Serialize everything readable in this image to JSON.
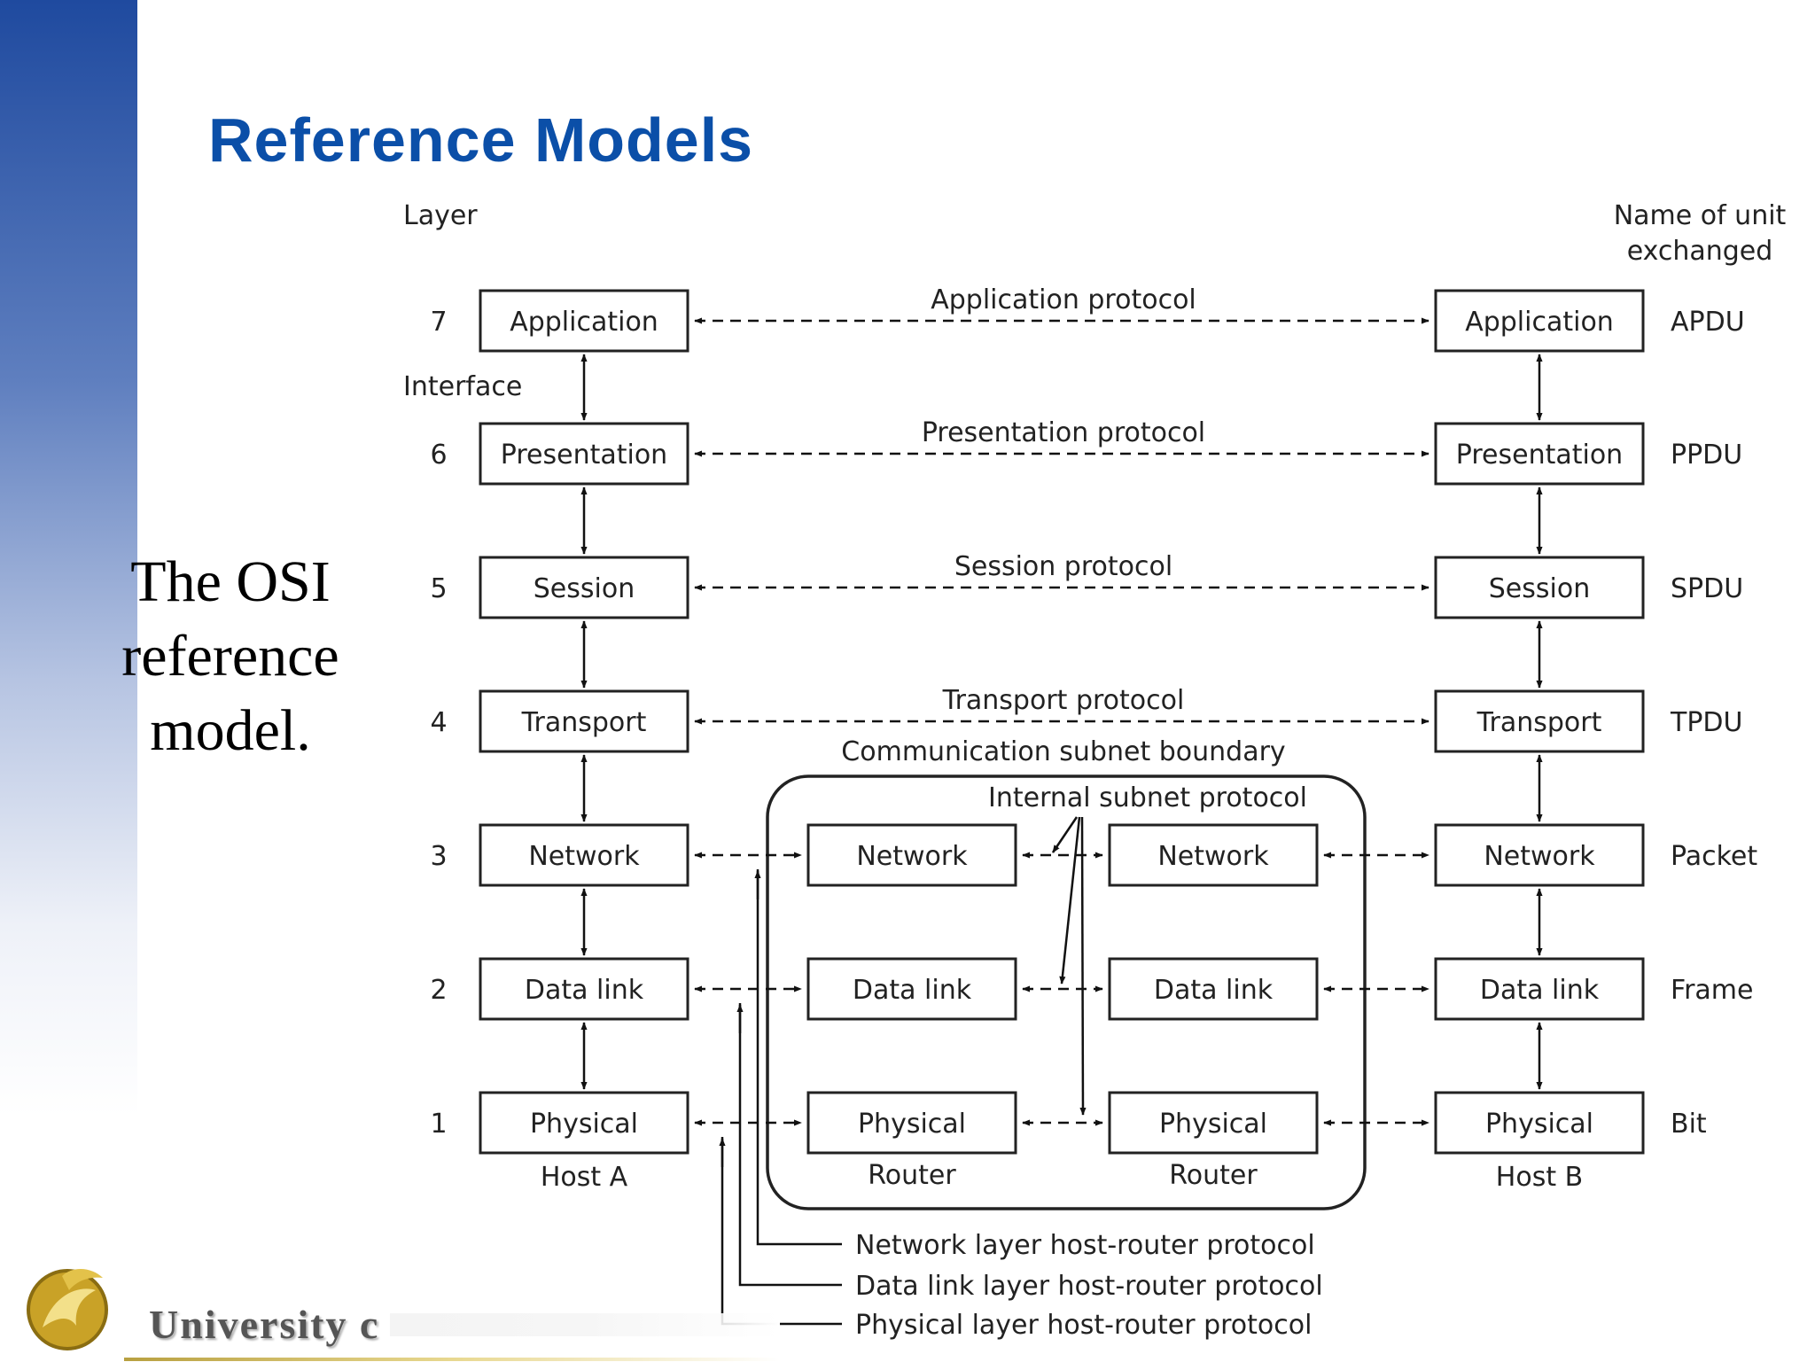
{
  "title": "Reference Models",
  "caption_lines": [
    "The OSI",
    "reference",
    "model."
  ],
  "diagram": {
    "layer_header": "Layer",
    "unit_header_lines": [
      "Name of unit",
      "exchanged"
    ],
    "interface_label": "Interface",
    "layers": [
      {
        "number": "7",
        "name": "Application",
        "unit": "APDU",
        "protocol": "Application protocol"
      },
      {
        "number": "6",
        "name": "Presentation",
        "unit": "PPDU",
        "protocol": "Presentation protocol"
      },
      {
        "number": "5",
        "name": "Session",
        "unit": "SPDU",
        "protocol": "Session protocol"
      },
      {
        "number": "4",
        "name": "Transport",
        "unit": "TPDU",
        "protocol": "Transport protocol"
      },
      {
        "number": "3",
        "name": "Network",
        "unit": "Packet"
      },
      {
        "number": "2",
        "name": "Data link",
        "unit": "Frame"
      },
      {
        "number": "1",
        "name": "Physical",
        "unit": "Bit"
      }
    ],
    "host_a_label": "Host A",
    "host_b_label": "Host B",
    "router_label": "Router",
    "subnet_boundary_label": "Communication subnet boundary",
    "internal_protocol_label": "Internal subnet protocol",
    "router_layers": [
      "Network",
      "Data link",
      "Physical"
    ],
    "host_router_protocols": [
      "Network layer host-router protocol",
      "Data link layer host-router protocol",
      "Physical layer host-router protocol"
    ]
  },
  "footer": {
    "text": "University c",
    "logo_icon": "pegasus-logo-icon"
  }
}
